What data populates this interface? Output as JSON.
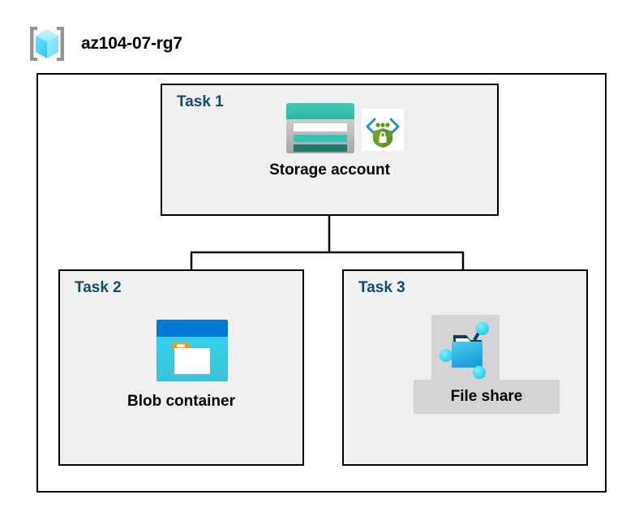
{
  "header": {
    "title": "az104-07-rg7",
    "icon": "resource-group-icon"
  },
  "diagram": {
    "type": "azure-architecture-diagram",
    "container": "resource-group-boundary",
    "colors": {
      "task_label": "#134A6E",
      "task_box_fill": "#F0F0F0",
      "border": "#000000",
      "canvas": "#FFFFFF",
      "gray_patch": "#D4D4D4",
      "storage_teal": "#37C2B1",
      "storage_dark_teal": "#1F7A6E",
      "blob_blue": "#0078D4",
      "blob_cyan": "#32D4F5",
      "blob_orange": "#F7941E",
      "fileshare_blue": "#32BEDD",
      "shield_green": "#5E9624",
      "cube_cyan": "#50E6FF",
      "bracket_gray": "#949494"
    },
    "nodes": [
      {
        "id": "task1",
        "task_label": "Task 1",
        "caption": "Storage account",
        "icons": [
          "storage-account-icon",
          "secure-transfer-shield-icon"
        ]
      },
      {
        "id": "task2",
        "task_label": "Task 2",
        "caption": "Blob container",
        "icons": [
          "blob-container-icon"
        ]
      },
      {
        "id": "task3",
        "task_label": "Task 3",
        "caption": "File share",
        "icons": [
          "file-share-icon"
        ]
      }
    ],
    "connections": [
      {
        "from": "task1",
        "to": "task2"
      },
      {
        "from": "task1",
        "to": "task3"
      }
    ]
  }
}
